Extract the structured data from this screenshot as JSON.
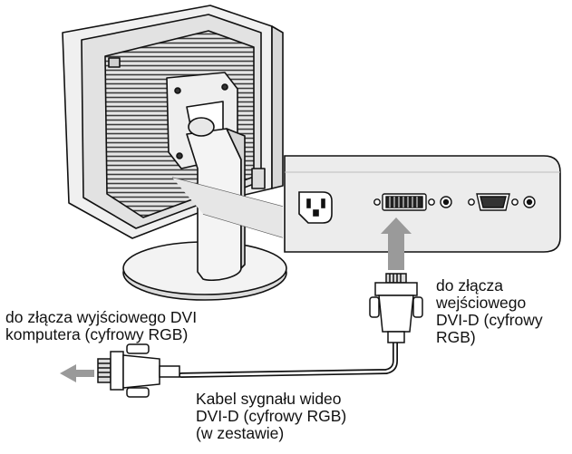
{
  "labels": {
    "input_connector": [
      "do złącza",
      "wejściowego",
      "DVI-D (cyfrowy",
      "RGB)"
    ],
    "output_connector": [
      "do złącza wyjściowego DVI",
      "komputera (cyfrowy RGB)"
    ],
    "cable": [
      "Kabel sygnału wideo",
      "DVI-D (cyfrowy RGB)",
      "(w zestawie)"
    ]
  },
  "colors": {
    "panel_fill": "#ececec",
    "monitor_body": "#e9e9e9",
    "vent_lines": "#4a4a4a",
    "arrow_fill": "#9a9a9a",
    "outline": "#111111"
  }
}
